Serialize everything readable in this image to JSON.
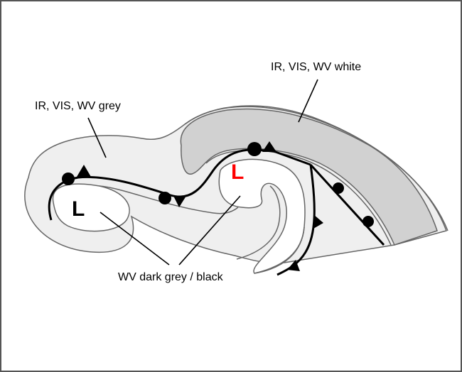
{
  "diagram": {
    "title": "Cloud structure of a mature cyclone in satellite imagery",
    "colors": {
      "border": "#555555",
      "light_grey_fill": "#efefef",
      "medium_grey_fill": "#d1d1d1",
      "outline_grey": "#666666",
      "front_line": "#000000",
      "low_primary": "#000000",
      "low_secondary": "#ff0000"
    },
    "labels": {
      "grey_region": "IR, VIS, WV grey",
      "white_region": "IR, VIS, WV white",
      "dark_region": "WV dark grey / black"
    },
    "lows": [
      {
        "id": "main-low",
        "label": "L",
        "color": "#000000"
      },
      {
        "id": "secondary-low",
        "label": "L",
        "color": "#ff0000"
      }
    ],
    "fronts": [
      {
        "id": "occluded-front-west",
        "type": "occluded"
      },
      {
        "id": "occluded-front-center",
        "type": "occluded"
      },
      {
        "id": "cold-front",
        "type": "cold"
      },
      {
        "id": "warm-front",
        "type": "warm"
      }
    ]
  }
}
